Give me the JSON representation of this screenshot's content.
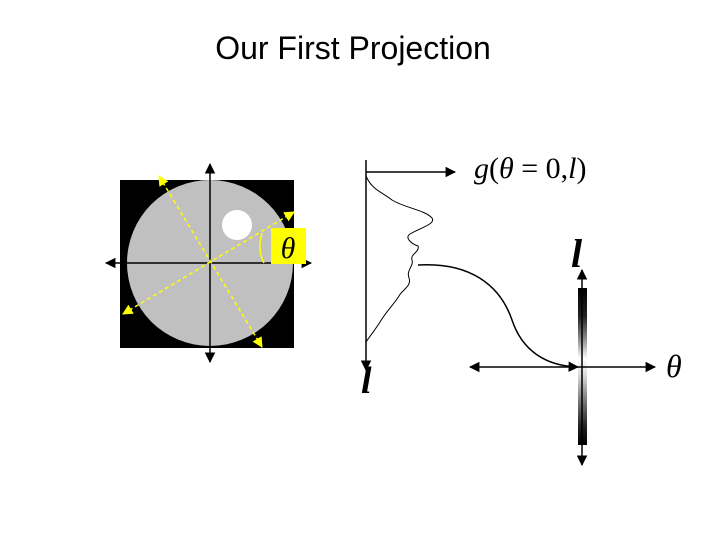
{
  "slide": {
    "title": "Our First Projection"
  },
  "labels": {
    "theta_left": "θ",
    "g_func": "g",
    "g_open": "(",
    "g_theta": "θ",
    "g_eq": " = 0,",
    "g_l": "l",
    "g_close": ")",
    "l_top_right": "l",
    "theta_right": "θ",
    "l_bottom": "l"
  },
  "colors": {
    "background": "#ffffff",
    "phantom_bg": "#000000",
    "disc": "#c0c0c0",
    "hole": "#ffffff",
    "rotated_axes": "#ffff00",
    "theta_box": "#ffff00",
    "axes": "#000000"
  }
}
